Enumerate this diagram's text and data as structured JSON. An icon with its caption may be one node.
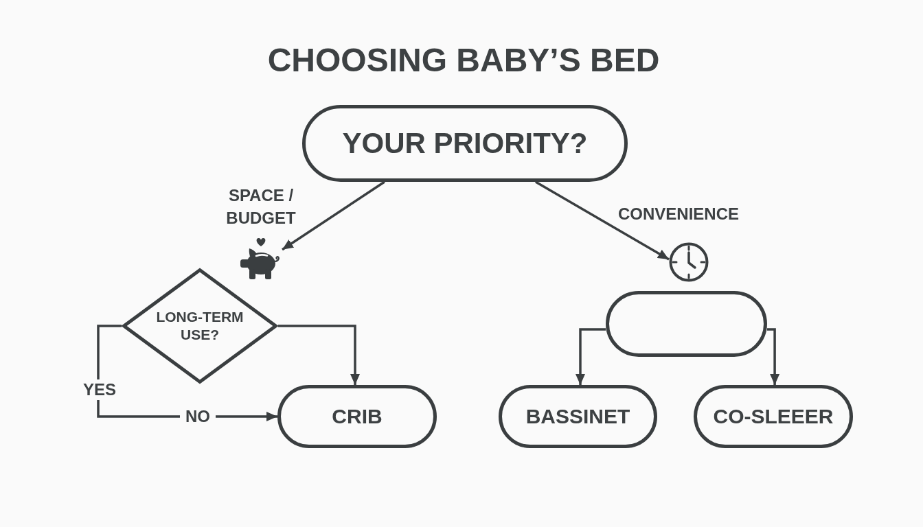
{
  "diagram": {
    "title": "CHOOSING BABY’S BED",
    "nodes": [
      {
        "text": [
          "YOUR PRIORITY?"
        ]
      },
      {
        "text": [],
        "shape": "picture"
      },
      {
        "text": [
          "LONG-TERM USE?"
        ]
      },
      {
        "text": [
          "CRIB"
        ]
      },
      {
        "text": [],
        "shape": "picture"
      },
      {
        "text": [],
        "shape": "pill"
      },
      {
        "text": [
          "BASSINET"
        ]
      },
      {
        "text": [
          "CO-SLEEER"
        ]
      }
    ],
    "edges": [
      {
        "from": 0,
        "to": 1,
        "arrow": "to",
        "label": "SPACE / BUDGET"
      },
      {
        "from": 0,
        "to": 4,
        "arrow": "to",
        "label": "CONVENIENCE"
      },
      {
        "from": 2,
        "to": 3,
        "arrow": "to"
      },
      {
        "from": 2,
        "to": 3,
        "arrow": "to",
        "label": "NO"
      },
      {
        "from": 5,
        "to": 6,
        "arrow": "to"
      },
      {
        "from": 5,
        "to": 7,
        "arrow": "to"
      }
    ],
    "labels": [
      "YES"
    ]
  }
}
